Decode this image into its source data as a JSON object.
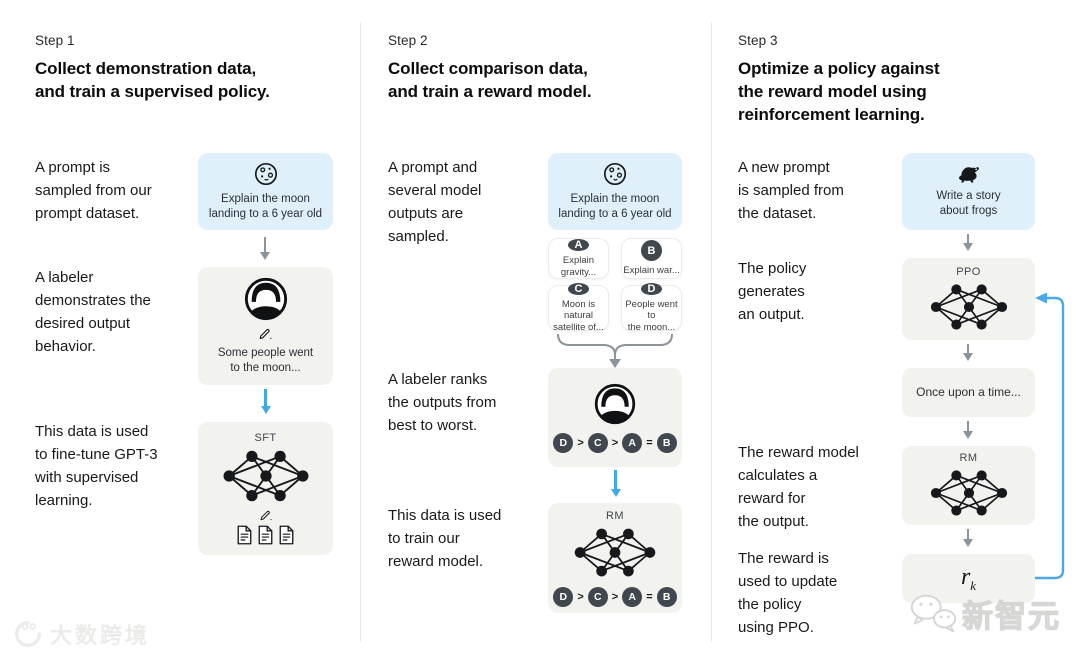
{
  "watermarks": {
    "left_text": "大数跨境",
    "right_text": "新智元"
  },
  "colors": {
    "accent_blue": "#3fa9ea",
    "prompt_box_blue": "#dff0fa",
    "panel_gray": "#f2f2ee",
    "dark_circle": "#41474e",
    "arrow_gray": "#8c9399"
  },
  "steps": [
    {
      "label": "Step 1",
      "heading": "Collect demonstration data,\nand train a supervised policy.",
      "captions": [
        "A prompt is\nsampled from our\nprompt dataset.",
        "A labeler\ndemonstrates the\ndesired output\nbehavior.",
        "This data is used\nto fine-tune GPT-3\nwith supervised\nlearning."
      ],
      "prompt_text": "Explain the moon\nlanding to a 6 year old",
      "demo_text": "Some people went\nto the moon...",
      "model_label": "SFT"
    },
    {
      "label": "Step 2",
      "heading": "Collect comparison data,\nand train a reward model.",
      "captions": [
        "A prompt and\nseveral model\noutputs are\nsampled.",
        "A labeler ranks\nthe outputs from\nbest to worst.",
        "This data is used\nto train our\nreward model."
      ],
      "prompt_text": "Explain the moon\nlanding to a 6 year old",
      "outputs": [
        {
          "id": "A",
          "text": "Explain gravity..."
        },
        {
          "id": "B",
          "text": "Explain war..."
        },
        {
          "id": "C",
          "text": "Moon is natural\nsatellite of..."
        },
        {
          "id": "D",
          "text": "People went to\nthe moon..."
        }
      ],
      "ranking": {
        "letters": [
          "D",
          "C",
          "A",
          "B"
        ],
        "ops": [
          ">",
          ">",
          "="
        ]
      },
      "model_label": "RM"
    },
    {
      "label": "Step 3",
      "heading": "Optimize a policy against\nthe reward model using\nreinforcement learning.",
      "captions": [
        "A new prompt\nis sampled from\nthe dataset.",
        "The policy\ngenerates\nan output.",
        "The reward model\ncalculates a\nreward for\nthe output.",
        "The reward is\nused to update\nthe policy\nusing PPO."
      ],
      "prompt_text": "Write a story\nabout frogs",
      "policy_label": "PPO",
      "output_text": "Once upon a time...",
      "rm_label": "RM",
      "reward": {
        "base": "r",
        "sub": "k"
      }
    }
  ]
}
